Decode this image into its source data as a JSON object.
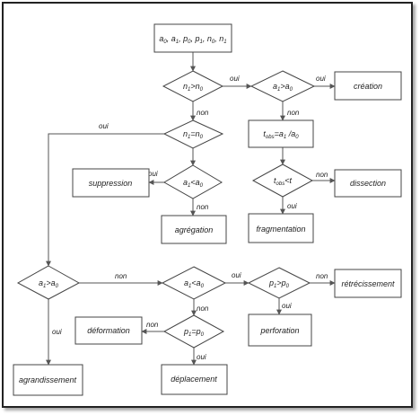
{
  "nodes": {
    "start": {
      "var1": "a",
      "s1": "0",
      "var2": "a",
      "s2": "1",
      "var3": "p",
      "s3": "0",
      "var4": "p",
      "s4": "1",
      "var5": "n",
      "s5": "0",
      "var6": "n",
      "s6": "1"
    },
    "d_n1_gt_n0": {
      "a": "n",
      "as": "1",
      "op": ">",
      "b": "n",
      "bs": "0"
    },
    "d_a1_gt_a0_top": {
      "a": "a",
      "as": "1",
      "op": ">",
      "b": "a",
      "bs": "0"
    },
    "creation": {
      "label": "création"
    },
    "d_n1_eq_n0": {
      "a": "n",
      "as": "1",
      "op": "=",
      "b": "n",
      "bs": "0"
    },
    "tobs": {
      "t": "t",
      "ts": "obs",
      "eq": "=",
      "a": "a",
      "as": "1",
      "slash": " /",
      "b": "a",
      "bs": "0"
    },
    "d_a1_lt_a0_mid": {
      "a": "a",
      "as": "1",
      "op": "<",
      "b": "a",
      "bs": "0"
    },
    "suppression": {
      "label": "suppression"
    },
    "d_tobs_lt_t": {
      "t": "t",
      "ts": "obs",
      "op": "<",
      "b": "t"
    },
    "dissection": {
      "label": "dissection"
    },
    "agregation": {
      "label": "agrégation"
    },
    "fragmentation": {
      "label": "fragmentation"
    },
    "d_a1_gt_a0_left": {
      "a": "a",
      "as": "1",
      "op": ">",
      "b": "a",
      "bs": "0"
    },
    "d_a1_lt_a0_bot": {
      "a": "a",
      "as": "1",
      "op": "<",
      "b": "a",
      "bs": "0"
    },
    "d_p1_gt_p0": {
      "a": "p",
      "as": "1",
      "op": ">",
      "b": "p",
      "bs": "0"
    },
    "retrecissement": {
      "label": "rétrécissement"
    },
    "deformation": {
      "label": "déformation"
    },
    "d_p1_eq_p0": {
      "a": "p",
      "as": "1",
      "op": "=",
      "b": "p",
      "bs": "0"
    },
    "perforation": {
      "label": "perforation"
    },
    "agrandissement": {
      "label": "agrandissement"
    },
    "deplacement": {
      "label": "déplacement"
    }
  },
  "edge_labels": {
    "oui": "oui",
    "non": "non"
  }
}
